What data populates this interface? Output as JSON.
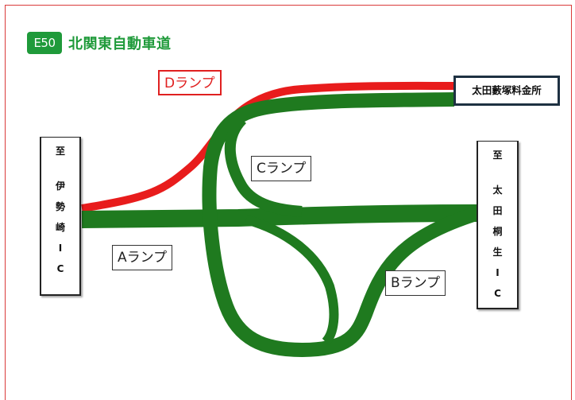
{
  "header": {
    "route_code": "E50",
    "route_name": "北関東自動車道"
  },
  "tollgate": "太田藪塚料金所",
  "ramps": {
    "a": "Aランプ",
    "b": "Bランプ",
    "c": "Cランプ",
    "d": "Dランプ"
  },
  "destinations": {
    "left": [
      "至",
      "伊",
      "勢",
      "崎",
      "I",
      "C"
    ],
    "right": [
      "至",
      "太",
      "田",
      "桐",
      "生",
      "I",
      "C"
    ]
  },
  "colors": {
    "frame": "#d93a3a",
    "road_green": "#1f7a1f",
    "ramp_red": "#e81c1c",
    "route_badge": "#1f9a3a",
    "tollgate_border": "#1e3142"
  }
}
